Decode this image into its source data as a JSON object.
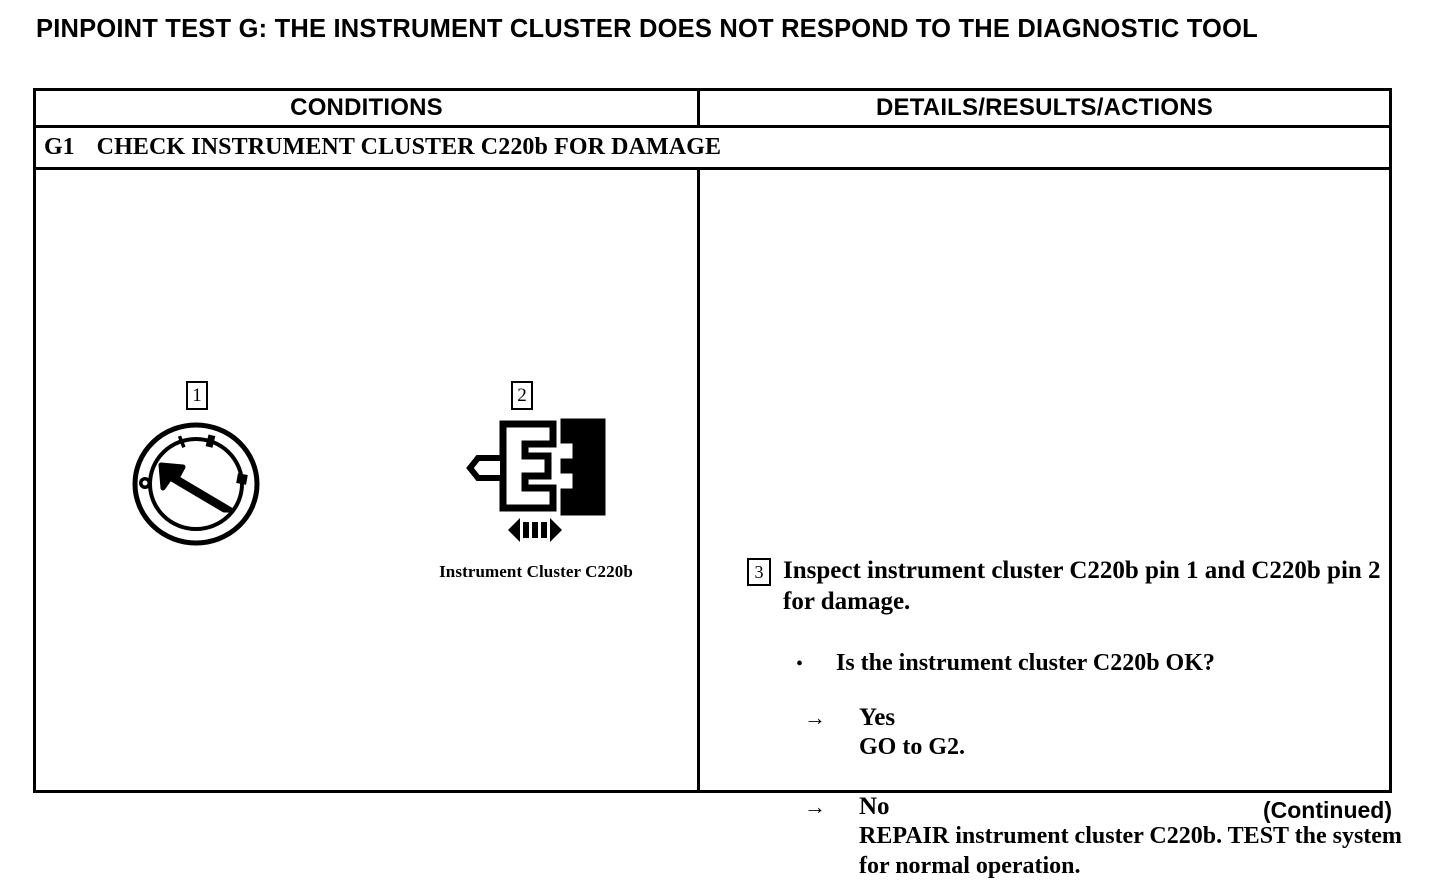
{
  "document": {
    "title": "PINPOINT TEST G: THE INSTRUMENT CLUSTER DOES NOT RESPOND TO THE DIAGNOSTIC TOOL",
    "footer_note": "(Continued)"
  },
  "table": {
    "headers": {
      "conditions": "CONDITIONS",
      "details": "DETAILS/RESULTS/ACTIONS"
    },
    "step": {
      "id": "G1",
      "title": "CHECK INSTRUMENT CLUSTER C220b FOR DAMAGE"
    }
  },
  "conditions_column": {
    "callout_1": "1",
    "callout_2": "2",
    "figure_caption": "Instrument Cluster C220b",
    "icons": {
      "dial": "ignition-switch-icon",
      "connector": "connector-disconnect-icon",
      "mate_arrow": "double-arrow-icon"
    }
  },
  "details_column": {
    "callout_3": "3",
    "instruction": "Inspect instrument cluster C220b pin 1 and C220b pin 2 for damage.",
    "bullet_glyph": "•",
    "question": "Is the instrument cluster C220b OK?",
    "branches": [
      {
        "arrow": "→",
        "label": "Yes",
        "action": "GO to G2."
      },
      {
        "arrow": "→",
        "label": "No",
        "action": "REPAIR instrument cluster C220b. TEST the system for normal operation."
      }
    ]
  },
  "colors": {
    "ink": "#000000",
    "paper": "#ffffff"
  }
}
